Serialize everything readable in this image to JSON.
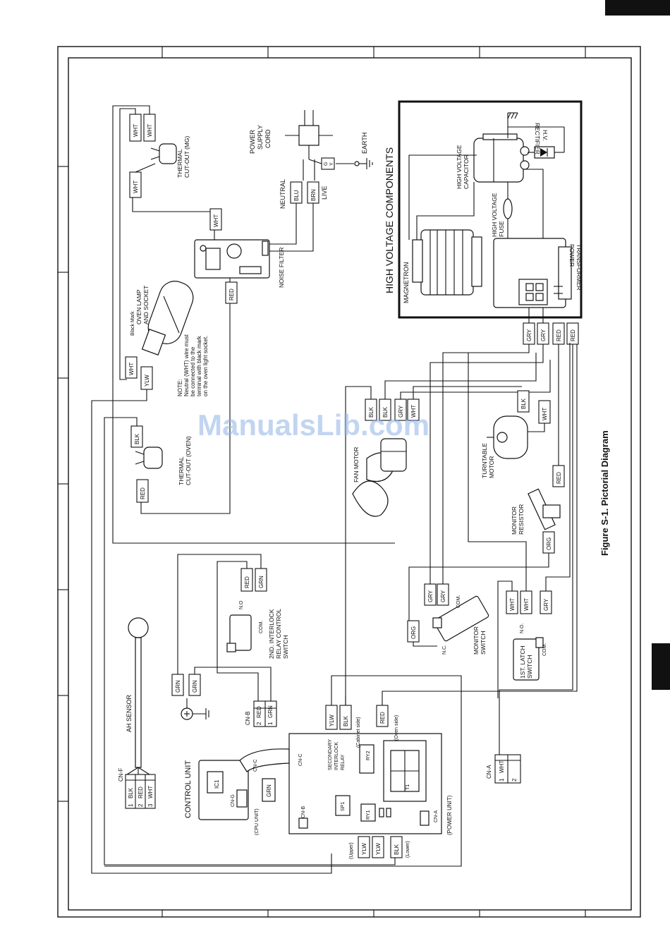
{
  "figure": {
    "caption": "Figure S-1. Pictorial Diagram",
    "watermark": "ManualsLib.com"
  },
  "high_voltage": {
    "title": "HIGH VOLTAGE COMPONENTS",
    "magnetron": "MAGNETRON",
    "capacitor": [
      "HIGH VOLTAGE",
      "CAPACITOR"
    ],
    "fuse": [
      "HIGH VOLTAGE",
      "FUSE"
    ],
    "rectifier": [
      "H.V.",
      "RECTIFIER"
    ],
    "transformer": [
      "POWER",
      "TRANSFORMER"
    ]
  },
  "power_supply": {
    "cord": [
      "POWER",
      "SUPPLY",
      "CORD"
    ],
    "earth": "EARTH",
    "neutral": "NEUTRAL",
    "live": "LIVE",
    "gy": [
      "G",
      "Y"
    ],
    "noise_filter": "NOISE FILTER"
  },
  "components": {
    "thermal_mg": [
      "THERMAL",
      "CUT-OUT (MG)"
    ],
    "oven_lamp": [
      "OVEN LAMP",
      "AND SOCKET"
    ],
    "black_mark": "Black Mark",
    "note": [
      "NOTE:",
      "Neutral (WHT) wire must",
      "be connected to the",
      "terminal with black mark",
      "on the oven light socket."
    ],
    "thermal_oven": [
      "THERMAL",
      "CUT-OUT (OVEN)"
    ],
    "fan_motor": [
      "FAN MOTOR"
    ],
    "turntable_motor": [
      "TURNTABLE",
      "MOTOR"
    ],
    "monitor_resistor": [
      "MONITOR",
      "RESISTOR"
    ],
    "interlock_2nd": [
      "2ND. INTERLOCK",
      "RELAY CONTROL",
      "SWITCH"
    ],
    "monitor_switch": [
      "MONITOR",
      "SWITCH"
    ],
    "latch_1st": [
      "1ST. LATCH",
      "SWITCH"
    ],
    "ah_sensor": "AH SENSOR"
  },
  "terminals": {
    "no": "N.O",
    "no2": "N.O.",
    "com": "COM.",
    "nc": "N.C."
  },
  "control": {
    "unit": "CONTROL UNIT",
    "cpu": "(CPU UNIT)",
    "power": "(POWER UNIT)",
    "ic1": "IC1",
    "sp1": "SP1",
    "ry1": "RY1",
    "ry2": "RY2",
    "t1": "T1",
    "grn": "GRN",
    "cnc": "CN-C",
    "cng": "CN-G",
    "cnb": "CN-B",
    "cna": "CN-A",
    "cnf": "CN-F",
    "secondary_relay": [
      "SECONDARY",
      "INTERLOCK",
      "RELAY"
    ],
    "cabinet": "(Cabinet side)",
    "oven": "(Oven side)",
    "upper": "(Upper)",
    "lower": "(Lower)"
  },
  "connectors": {
    "cnf": [
      {
        "pin": "1",
        "c": "BLK"
      },
      {
        "pin": "2",
        "c": "RED"
      },
      {
        "pin": "3",
        "c": "WHT"
      }
    ],
    "cnb": [
      {
        "pin": "2",
        "c": "RED"
      },
      {
        "pin": "1",
        "c": "GRN"
      }
    ],
    "cna": [
      {
        "pin": "1",
        "c": "WHT"
      },
      {
        "pin": "2",
        "c": ""
      }
    ]
  },
  "wire_labels": {
    "wht": "WHT",
    "blk": "BLK",
    "red": "RED",
    "grn": "GRN",
    "gry": "GRY",
    "ylw": "YLW",
    "org": "ORG",
    "blu": "BLU",
    "brn": "BRN"
  }
}
